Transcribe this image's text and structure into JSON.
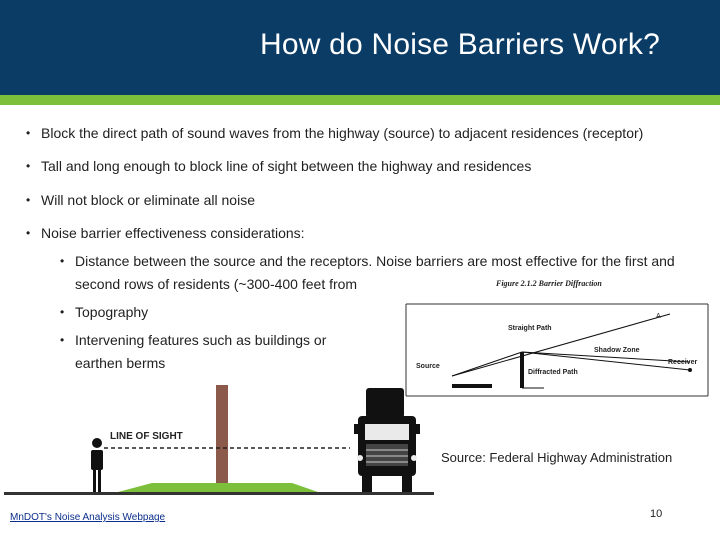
{
  "slide": {
    "title": "How do Noise Barriers Work?",
    "bullets": [
      "Block the direct path of sound waves from the highway (source) to adjacent residences (receptor)",
      "Tall and long enough to block line of sight between the highway and residences",
      "Will not block or eliminate all noise",
      "Noise barrier effectiveness considerations:"
    ],
    "sub_bullets": [
      "Distance between the source and the receptors.  Noise barriers are most effective for the first and second rows of residents (~300-400 feet from",
      "Topography",
      "Intervening features such as buildings or earthen berms"
    ],
    "bullet_symbol": "•",
    "figure": {
      "caption": "Figure 2.1.2 Barrier Diffraction",
      "labels": {
        "straight_path": "Straight Path",
        "shadow_zone": "Shadow Zone",
        "receiver": "Receiver",
        "source": "Source",
        "diffracted_path": "Diffracted Path",
        "point": "A"
      },
      "source_credit": "Source: Federal Highway Administration"
    },
    "illustration": {
      "line_of_sight_label": "LINE OF SIGHT",
      "colors": {
        "wall": "#8b5a4a",
        "berm": "#7cbf3a",
        "ground": "#333333"
      }
    },
    "footer": {
      "link_text": "MnDOT's Noise Analysis Webpage",
      "page_number": "10"
    },
    "colors": {
      "header": "#0b3c66",
      "accent": "#7cbf3a"
    }
  }
}
